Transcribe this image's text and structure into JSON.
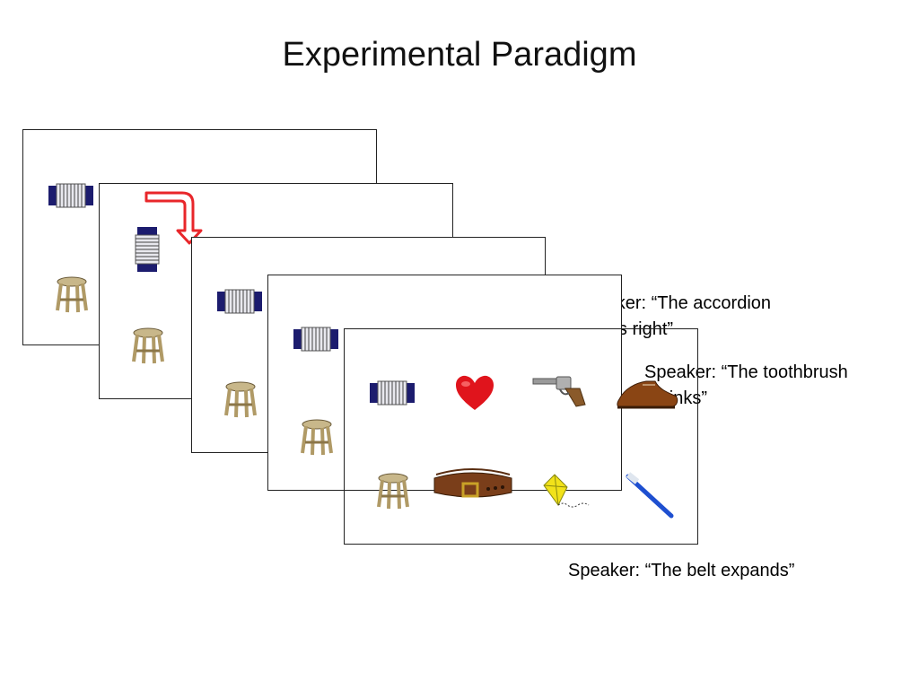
{
  "title": "Experimental Paradigm",
  "captions": {
    "c1_line1": "Speaker: “The accordion",
    "c1_line2": "moves right”",
    "c2_line1": "Speaker: “The toothbrush",
    "c2_line2": "shrinks”",
    "c3": "Speaker: “The belt expands”"
  },
  "objects": [
    "accordion-icon",
    "heart-icon",
    "revolver-icon",
    "shoe-icon",
    "stool-icon",
    "belt-icon",
    "kite-icon",
    "toothbrush-icon"
  ],
  "colors": {
    "arrow": "#e8262a",
    "heart": "#e0141c",
    "toothbrush": "#1e4fd0"
  }
}
